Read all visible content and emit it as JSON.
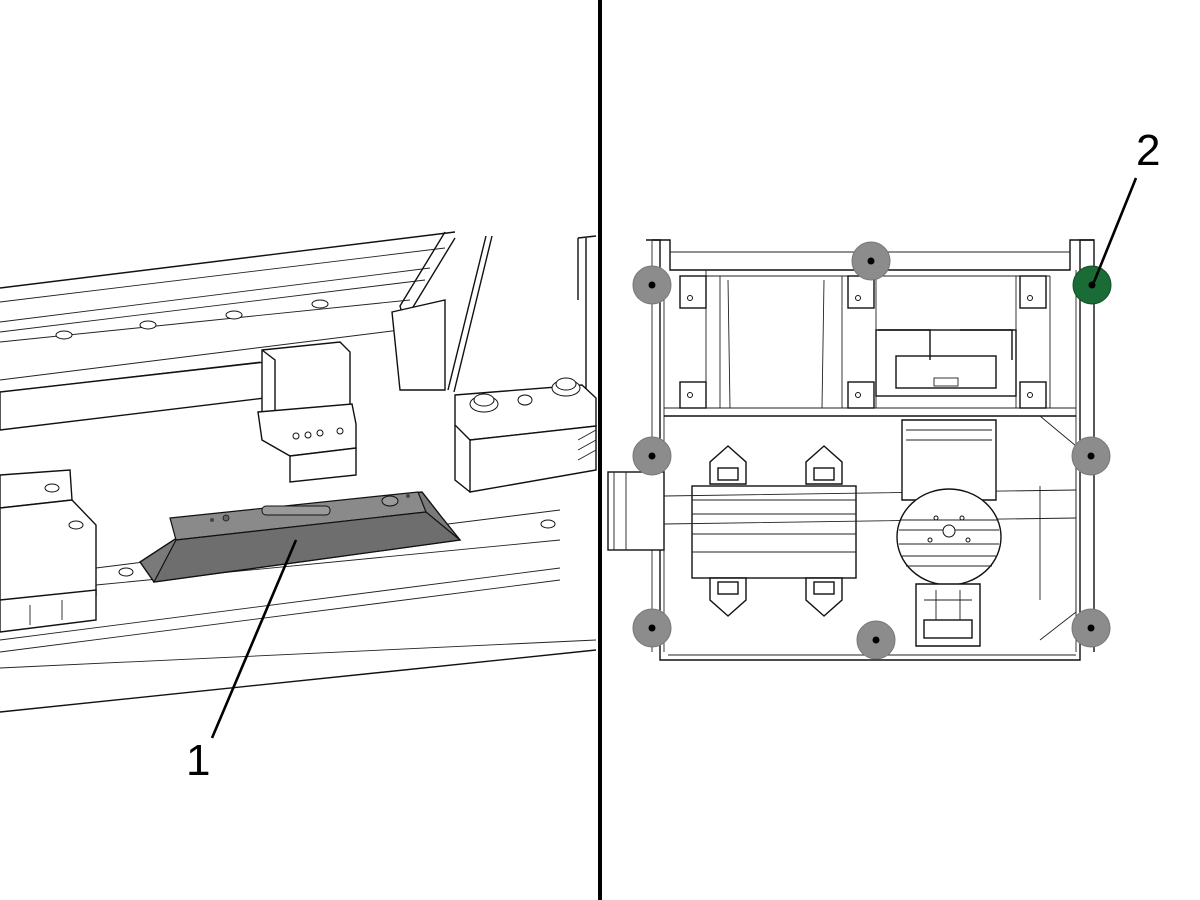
{
  "callouts": {
    "left": "1",
    "right": "2"
  },
  "colors": {
    "background": "#ffffff",
    "line": "#111111",
    "divider": "#000000",
    "highlighted_level": "#7a7a7a",
    "leveling_point": "#8c8c8c",
    "active_leveling_point": "#1a6b35"
  },
  "leveling_points": {
    "total": 8,
    "active_index": 2
  }
}
